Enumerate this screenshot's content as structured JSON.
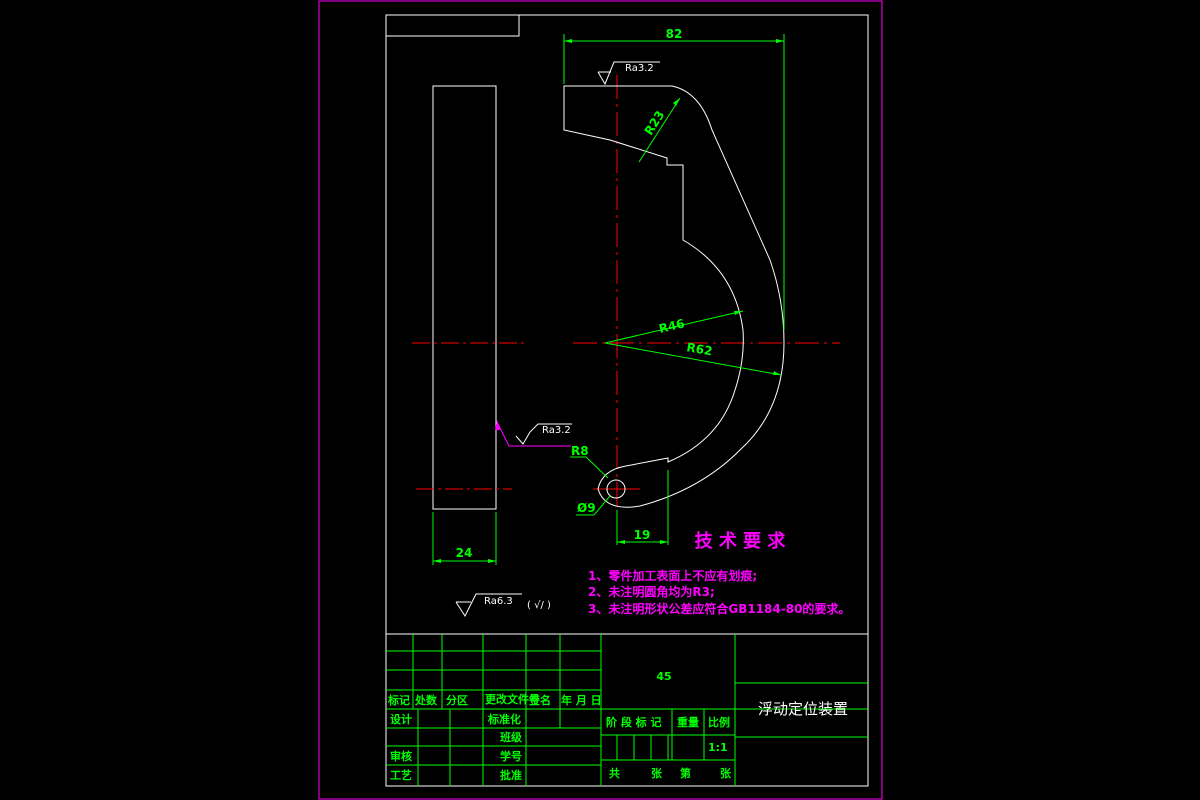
{
  "drawing": {
    "dimensions": {
      "overall_width": "82",
      "left_width": "24",
      "slot_offset": "19",
      "radius_outer": "R62",
      "radius_inner": "R46",
      "radius_top": "R23",
      "radius_small": "R8",
      "hole_diameter": "Ø9"
    },
    "roughness": {
      "top": "Ra3.2",
      "left_face": "Ra3.2",
      "general": "Ra6.3"
    },
    "roughness_general_suffix": "( √/ )"
  },
  "tech_requirements": {
    "title": "技 术 要 求",
    "items": [
      "1、零件加工表面上不应有划痕;",
      "2、未注明圆角均为R3;",
      "3、未注明形状公差应符合GB1184-80的要求。"
    ]
  },
  "title_block": {
    "material": "45",
    "part_name": "浮动定位装置",
    "labels": {
      "mark": "标记",
      "count": "处数",
      "zone": "分区",
      "change_doc": "更改文件号",
      "sign": "签名",
      "date": "年 月 日",
      "design": "设计",
      "standardize": "标准化",
      "class": "班级",
      "check": "审核",
      "student_id": "学号",
      "process": "工艺",
      "approve": "批准",
      "stage_mark": "阶 段 标 记",
      "weight": "重量",
      "scale": "比例",
      "total": "共",
      "sheets": "张",
      "sheet_no": "第",
      "sheet_unit": "张"
    },
    "scale_value": "1:1"
  },
  "colors": {
    "frame": "#ff00ff",
    "border": "#ffffff",
    "dimension": "#00ff00",
    "centerline": "#ff0000",
    "annotation": "#ff00ff"
  }
}
